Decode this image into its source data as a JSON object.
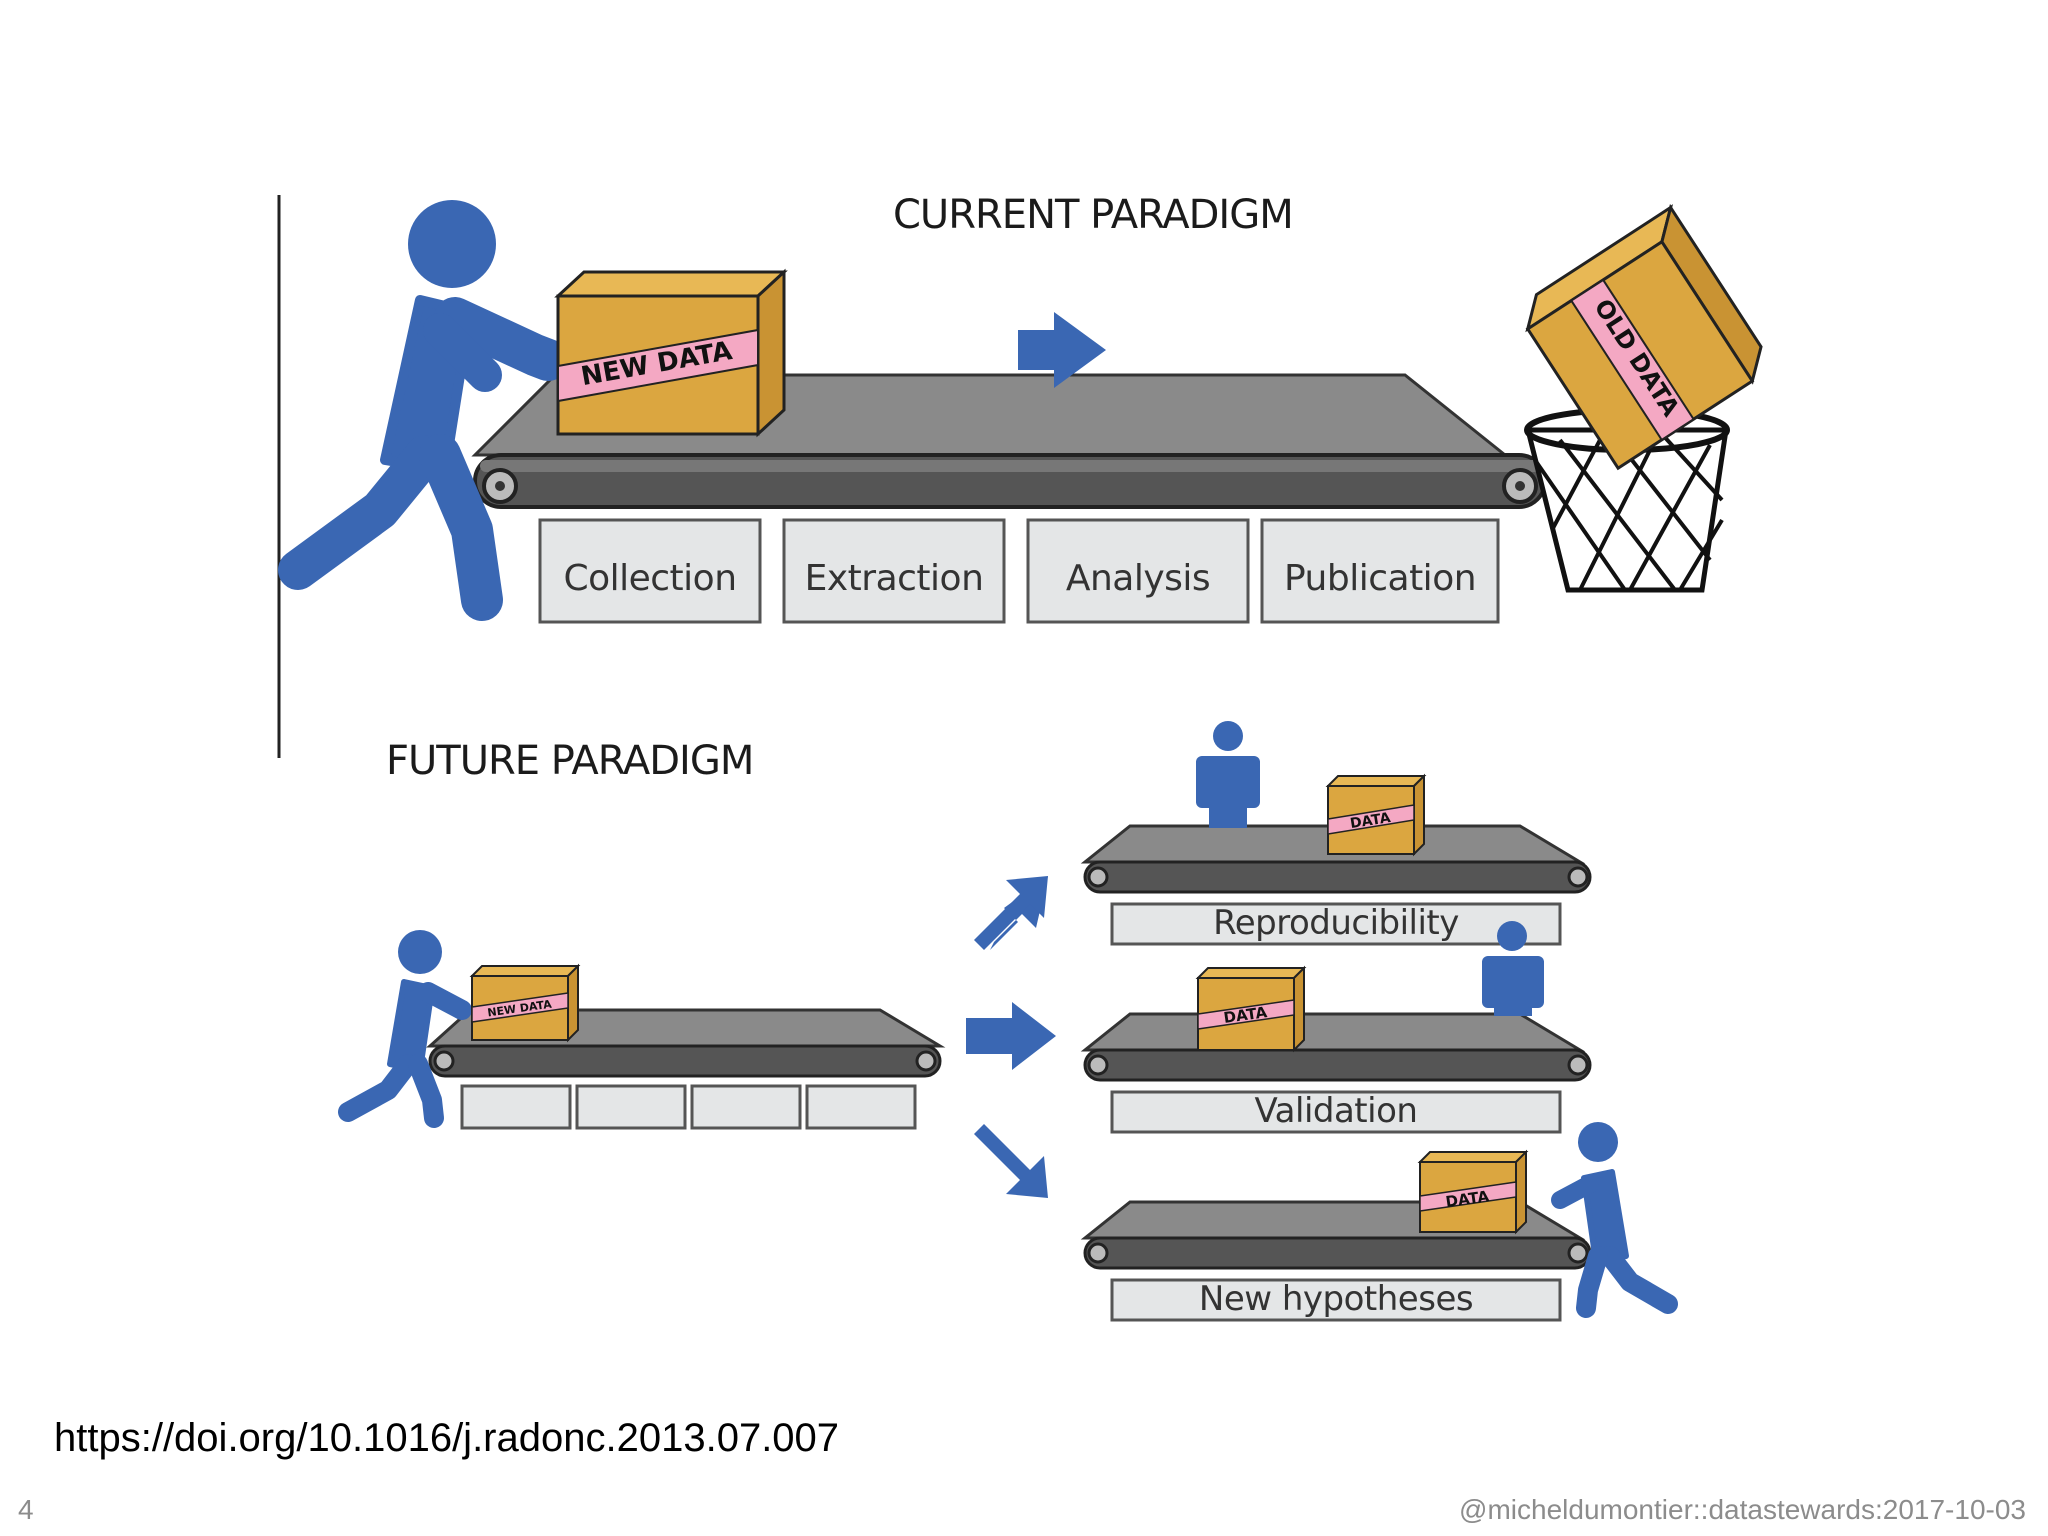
{
  "slide": {
    "number": "4",
    "doi_link": "https://doi.org/10.1016/j.radonc.2013.07.007",
    "footer_credit": "@micheldumontier::datastewards:2017-10-03"
  },
  "figure": {
    "current_paradigm": {
      "title": "CURRENT PARADIGM",
      "stages": [
        "Collection",
        "Extraction",
        "Analysis",
        "Publication"
      ],
      "box_new": "NEW DATA",
      "box_old": "OLD DATA"
    },
    "future_paradigm": {
      "title": "FUTURE PARADIGM",
      "box_new": "NEW DATA",
      "box_data": "DATA",
      "outcomes": [
        "Reproducibility",
        "Validation",
        "New hypotheses"
      ]
    }
  },
  "colors": {
    "person": "#3a67b3",
    "box": "#dba640",
    "label_tag": "#f4a8c3",
    "belt": "#7a7a7a",
    "station": "#e4e6e7"
  }
}
